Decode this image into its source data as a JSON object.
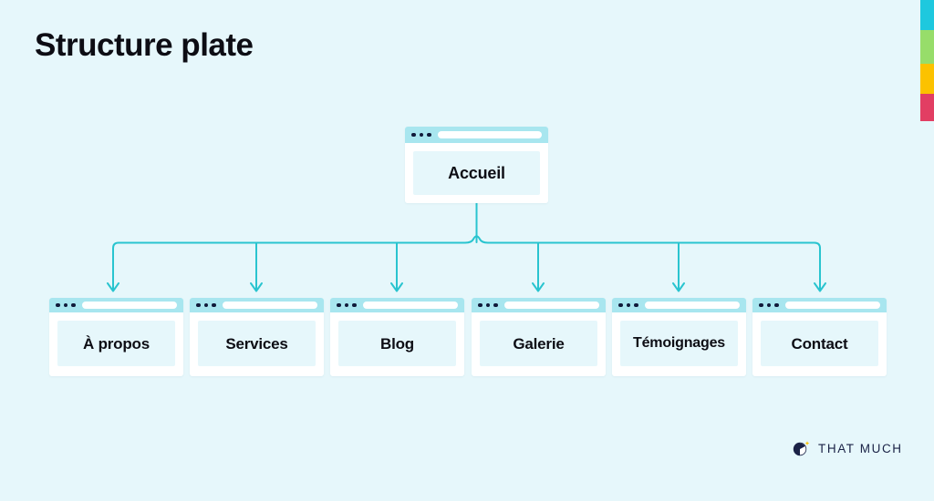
{
  "page": {
    "title": "Structure plate",
    "background_color": "#e6f7fb"
  },
  "accent_bar": {
    "name": "accent-color-bar",
    "segments": [
      {
        "name": "cyan",
        "color": "#1ec8de",
        "height": 33
      },
      {
        "name": "green",
        "color": "#97dd6a",
        "height": 37
      },
      {
        "name": "yellow",
        "color": "#fcc200",
        "height": 33
      },
      {
        "name": "pink",
        "color": "#e23e63",
        "height": 30
      }
    ]
  },
  "diagram": {
    "type": "flat-site-structure",
    "connector_color": "#29c4cf",
    "root": {
      "id": "accueil",
      "label": "Accueil"
    },
    "children": [
      {
        "id": "apropos",
        "label": "À propos"
      },
      {
        "id": "services",
        "label": "Services"
      },
      {
        "id": "blog",
        "label": "Blog"
      },
      {
        "id": "galerie",
        "label": "Galerie"
      },
      {
        "id": "temoignages",
        "label": "Témoignages"
      },
      {
        "id": "contact",
        "label": "Contact"
      }
    ]
  },
  "logo": {
    "wordmark": "THAT MUCH",
    "mark_color": "#1a2246",
    "spark_color": "#fcc200"
  }
}
